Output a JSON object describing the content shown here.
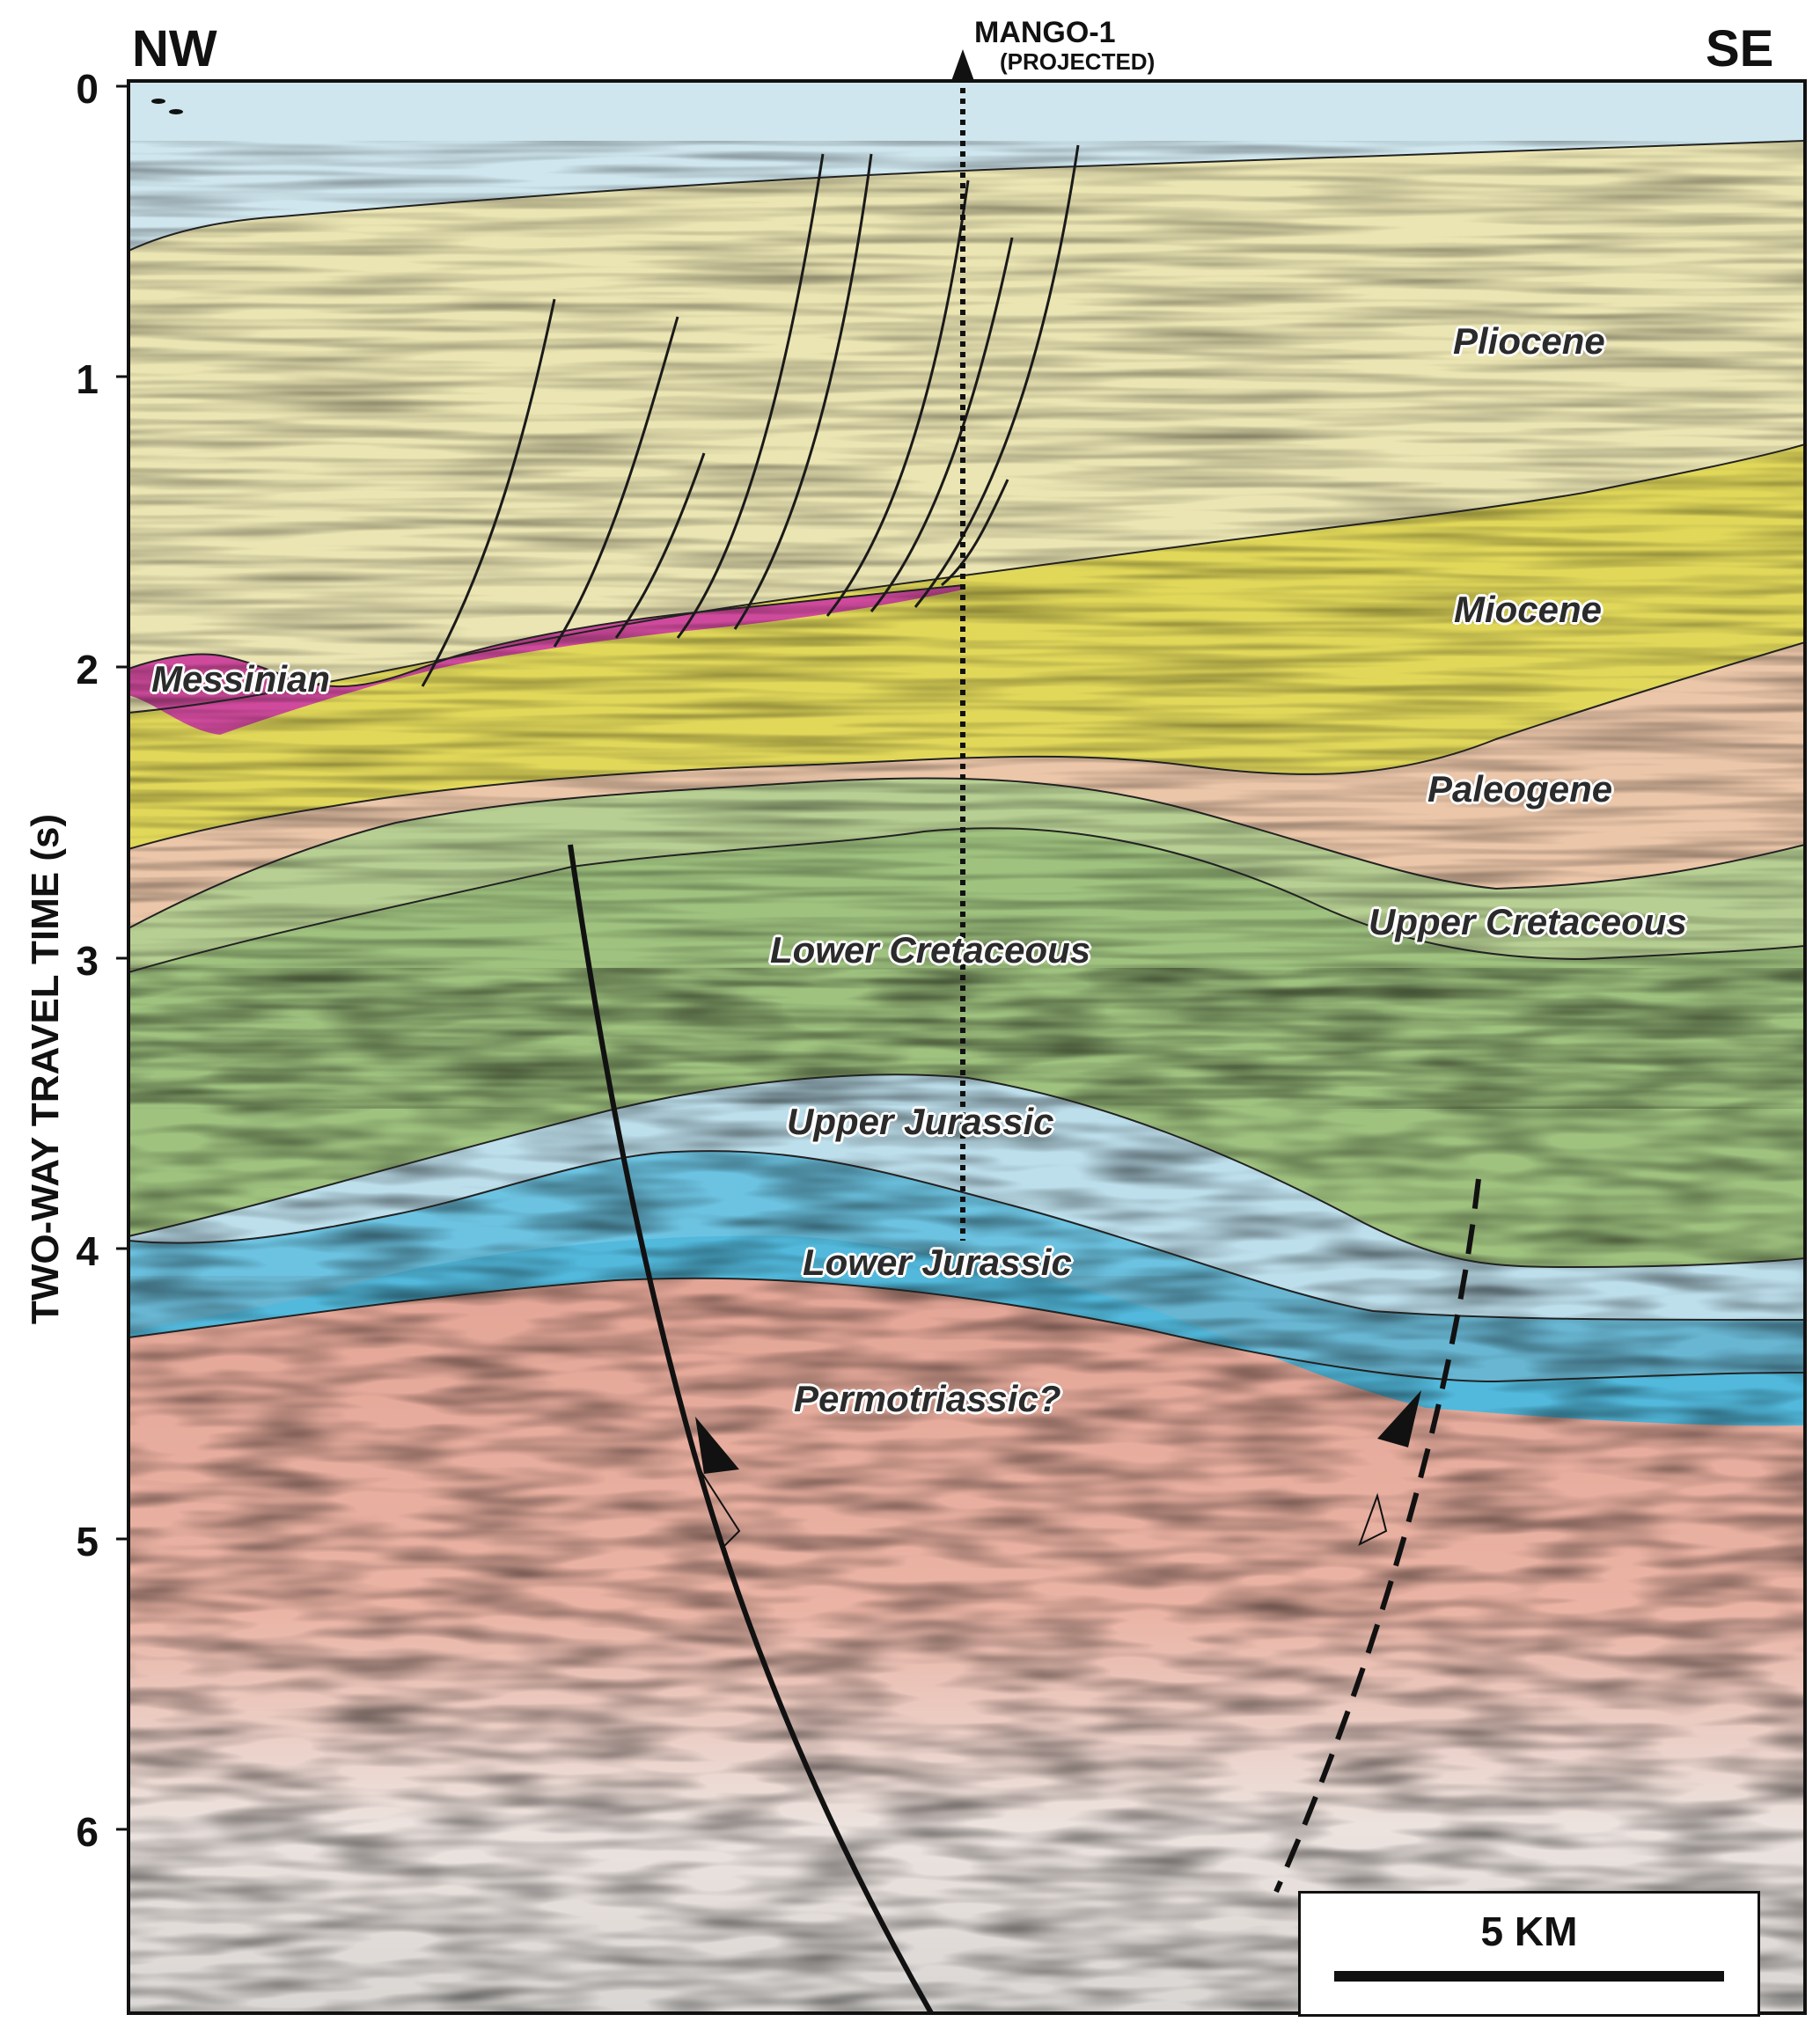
{
  "header": {
    "left_direction": "NW",
    "right_direction": "SE",
    "well_name": "MANGO-1",
    "well_note": "(PROJECTED)"
  },
  "y_axis": {
    "title": "TWO-WAY TRAVEL TIME (s)",
    "ticks": [
      "0",
      "1",
      "2",
      "3",
      "4",
      "5",
      "6"
    ]
  },
  "units": {
    "pliocene": "Pliocene",
    "miocene": "Miocene",
    "messinian": "Messinian",
    "paleogene": "Paleogene",
    "upper_cretaceous": "Upper Cretaceous",
    "lower_cretaceous": "Lower Cretaceous",
    "upper_jurassic": "Upper Jurassic",
    "lower_jurassic": "Lower Jurassic",
    "permotriassic": "Permotriassic?"
  },
  "scale_bar": {
    "label": "5 KM"
  },
  "colors": {
    "water": "#cfe6ee",
    "pliocene": "#ebe5b3",
    "miocene": "#e1d85a",
    "messinian": "#cf4a9c",
    "paleogene": "#ebc6a9",
    "upper_cretaceous": "#b7cf93",
    "lower_cretaceous": "#9fc27f",
    "upper_jurassic": "#bddfec",
    "lower_jurassic": "#52b9dc",
    "permotriassic": "#e3a596",
    "basement_grey": "#d9d6d3"
  }
}
